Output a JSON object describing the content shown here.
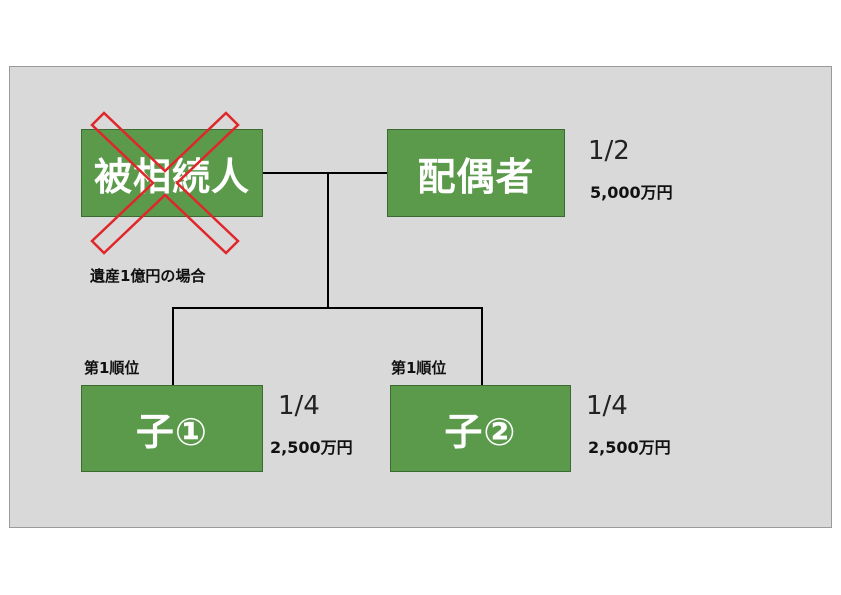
{
  "decedent": {
    "label": "被相続人",
    "note": "遺産1億円の場合"
  },
  "spouse": {
    "label": "配偶者",
    "share": "1/2",
    "amount": "5,000万円"
  },
  "children": [
    {
      "label": "子①",
      "rank": "第1順位",
      "share": "1/4",
      "amount": "2,500万円"
    },
    {
      "label": "子②",
      "rank": "第1順位",
      "share": "1/4",
      "amount": "2,500万円"
    }
  ],
  "colors": {
    "box_fill": "#5b9a4b",
    "cross": "#e0262a",
    "background": "#d9d9d9"
  }
}
